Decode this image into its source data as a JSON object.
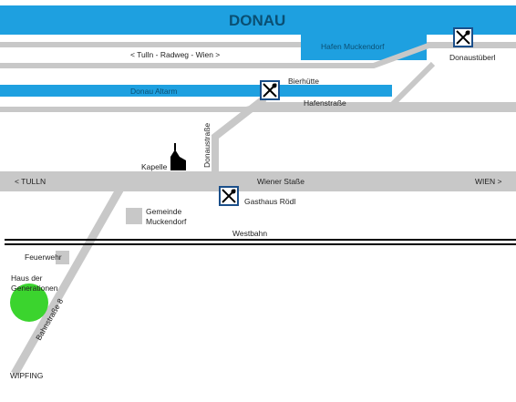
{
  "colors": {
    "water": "#1ea0e0",
    "road": "#c8c8c8",
    "rail": "#000000",
    "poi_marker": "#3bd42e",
    "restaurant_border": "#1b4f8a"
  },
  "labels": {
    "river": "DONAU",
    "harbor": "Hafen Muckendorf",
    "donau_altarm": "Donau Altarm",
    "radweg": "< Tulln - Radweg - Wien >",
    "bierhuette": "Bierhütte",
    "donaustuebel": "Donaustüberl",
    "hafenstrasse": "Hafenstraße",
    "donaustrasse": "Donaustraße",
    "kapelle": "Kapelle",
    "tulln": "< TULLN",
    "wiener_strasse": "Wiener Staße",
    "wien": "WIEN >",
    "gasthaus_roedl": "Gasthaus Rödl",
    "gemeinde_line1": "Gemeinde",
    "gemeinde_line2": "Muckendorf",
    "westbahn": "Westbahn",
    "feuerwehr": "Feuerwehr",
    "haus_line1": "Haus der",
    "haus_line2": "Generationen",
    "bahnstrasse": "Bahnstraße 8",
    "wipfing": "WIPFING"
  },
  "icons": {
    "restaurant": "fork-knife-icon",
    "chapel": "church-icon",
    "building": "building-square"
  }
}
